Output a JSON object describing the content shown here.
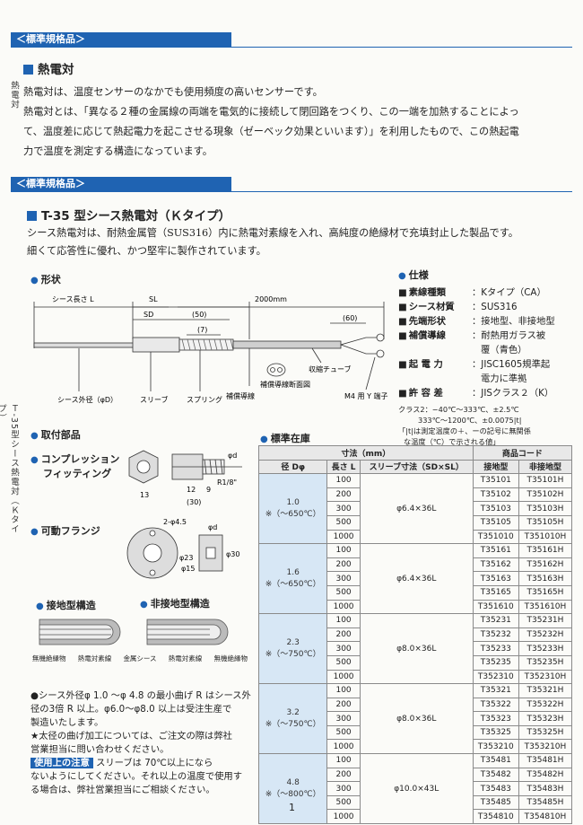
{
  "section1": {
    "band": "＜標準規格品＞",
    "side_label": "熱電対",
    "heading": "熱電対",
    "paragraphs": [
      "熱電対は、温度センサーのなかでも使用頻度の高いセンサーです。",
      "熱電対とは、「異なる２種の金属線の両端を電気的に接続して閉回路をつくり、この一端を加熱することによっ",
      "て、温度差に応じて熱起電力を起こさせる現象（ゼーベック効果といいます）」を利用したもので、この熱起電",
      "力で温度を測定する構造になっています。"
    ]
  },
  "section2": {
    "band": "＜標準規格品＞",
    "side_label": "Ｔ-35型シース熱電対（Ｋタイプ）",
    "heading": "T-35 型シース熱電対（Ｋタイプ）",
    "paragraphs": [
      "シース熱電対は、耐熱金属管（SUS316）内に熱電対素線を入れ、高純度の絶縁材で充填封止した製品です。",
      "細くて応答性に優れ、かつ堅牢に製作されています。"
    ]
  },
  "shape": {
    "heading": "形状",
    "labels": {
      "sheath_len": "シース長さ L",
      "sl": "SL",
      "len2000": "2000mm",
      "sd": "SD",
      "d50": "(50)",
      "d7": "(7)",
      "d60": "(60)",
      "shrink": "収縮チューブ",
      "cross": "補償導線断面図",
      "comp_wire": "補償導線",
      "m4": "M4 用 Y 端子",
      "sheath_od": "シース外径（φD）",
      "sleeve": "スリーブ",
      "spring": "スプリング"
    }
  },
  "spec": {
    "heading": "仕様",
    "rows": [
      {
        "k": "素線種類",
        "v": "：Kタイプ（CA）"
      },
      {
        "k": "シース材質",
        "v": "：SUS316"
      },
      {
        "k": "先端形状",
        "v": "：接地型、非接地型"
      },
      {
        "k": "補償導線",
        "v": "：耐熱用ガラス被"
      },
      {
        "k": "",
        "v": "覆（青色）"
      },
      {
        "k": "起 電 力",
        "v": "：JISC1605規準起"
      },
      {
        "k": "",
        "v": "電力に準拠"
      },
      {
        "k": "許 容 差",
        "v": "：JISクラス２（K）"
      }
    ],
    "tol1": "クラス2：−40℃〜333℃、±2.5℃",
    "tol2": "333℃〜1200℃、±0.0075|t|",
    "tol3": "「|t|は測定温度の＋、ーの記号に無関係",
    "tol4": "な温度（℃）で示される値」"
  },
  "mount": {
    "heading": "取付部品",
    "comp1": "コンプレッション",
    "comp2": "フィッティング",
    "flange": "可動フランジ",
    "dims_comp": {
      "d13": "13",
      "d12": "12",
      "d9": "9",
      "d30": "(30)",
      "r18": "R1/8\"",
      "phid": "φd"
    },
    "dims_flange": {
      "holes": "2-φ4.5",
      "d23": "φ23",
      "d15": "φ15",
      "d30": "φ30",
      "phid": "φd"
    }
  },
  "structure": {
    "grounded": "接地型構造",
    "ungrounded": "非接地型構造",
    "labels": [
      "無機絶縁物",
      "熱電対素線",
      "金属シース",
      "熱電対素線",
      "無機絶縁物"
    ]
  },
  "bend_note": [
    "●シース外径φ 1.0 〜φ 4.8 の最小曲げ R はシース外",
    "  径の3倍 R 以上。φ6.0〜φ8.0 以上は受注生産で",
    "  製造いたします。",
    "  ★太径の曲げ加工については、ご注文の際は弊社",
    "  営業担当に問い合わせください。"
  ],
  "caution": {
    "label": "使用上の注意",
    "lines": [
      "スリーブは 70℃以上になら",
      "ないようにしてください。それ以上の温度で使用す",
      "る場合は、弊社営業担当にご相談ください。"
    ]
  },
  "stock": {
    "heading": "標準在庫",
    "dims_header": "寸法（mm）",
    "code_header": "商品コード",
    "col_diam": "径 Dφ",
    "col_len": "長さ L",
    "col_sleeve": "スリーブ寸法（SD×SL）",
    "col_g": "接地型",
    "col_u": "非接地型",
    "groups": [
      {
        "d": "1.0",
        "t": "※（〜650℃）",
        "sleeve": "φ6.4×36L",
        "rows": [
          [
            "100",
            "T35101",
            "T35101H"
          ],
          [
            "200",
            "T35102",
            "T35102H"
          ],
          [
            "300",
            "T35103",
            "T35103H"
          ],
          [
            "500",
            "T35105",
            "T35105H"
          ],
          [
            "1000",
            "T351010",
            "T351010H"
          ]
        ]
      },
      {
        "d": "1.6",
        "t": "※（〜650℃）",
        "sleeve": "φ6.4×36L",
        "rows": [
          [
            "100",
            "T35161",
            "T35161H"
          ],
          [
            "200",
            "T35162",
            "T35162H"
          ],
          [
            "300",
            "T35163",
            "T35163H"
          ],
          [
            "500",
            "T35165",
            "T35165H"
          ],
          [
            "1000",
            "T351610",
            "T351610H"
          ]
        ]
      },
      {
        "d": "2.3",
        "t": "※（〜750℃）",
        "sleeve": "φ8.0×36L",
        "rows": [
          [
            "100",
            "T35231",
            "T35231H"
          ],
          [
            "200",
            "T35232",
            "T35232H"
          ],
          [
            "300",
            "T35233",
            "T35233H"
          ],
          [
            "500",
            "T35235",
            "T35235H"
          ],
          [
            "1000",
            "T352310",
            "T352310H"
          ]
        ]
      },
      {
        "d": "3.2",
        "t": "※（〜750℃）",
        "sleeve": "φ8.0×36L",
        "rows": [
          [
            "100",
            "T35321",
            "T35321H"
          ],
          [
            "200",
            "T35322",
            "T35322H"
          ],
          [
            "300",
            "T35323",
            "T35323H"
          ],
          [
            "500",
            "T35325",
            "T35325H"
          ],
          [
            "1000",
            "T353210",
            "T353210H"
          ]
        ]
      },
      {
        "d": "4.8",
        "t": "※（〜800℃）",
        "sleeve": "φ10.0×43L",
        "rows": [
          [
            "100",
            "T35481",
            "T35481H"
          ],
          [
            "200",
            "T35482",
            "T35482H"
          ],
          [
            "300",
            "T35483",
            "T35483H"
          ],
          [
            "500",
            "T35485",
            "T35485H"
          ],
          [
            "1000",
            "T354810",
            "T354810H"
          ]
        ]
      }
    ]
  },
  "page_number": "1"
}
